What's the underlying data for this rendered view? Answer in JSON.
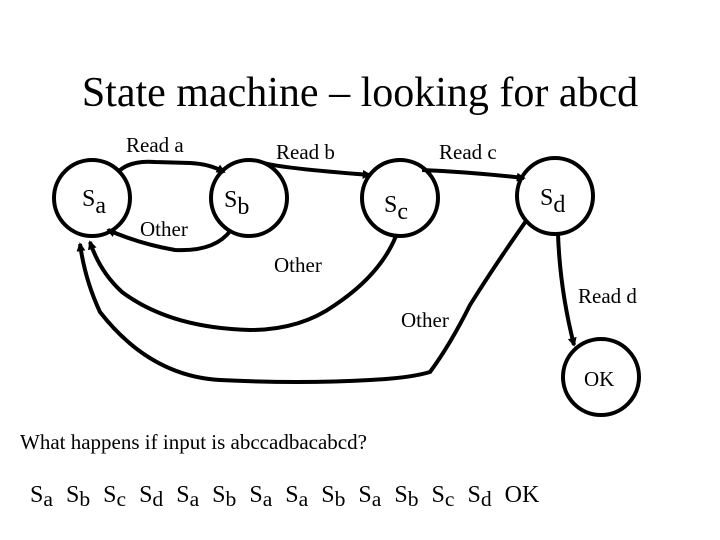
{
  "slide": {
    "title": "State machine – looking for abcd",
    "states": [
      {
        "id": "a",
        "symbol": "S",
        "subscript": "a"
      },
      {
        "id": "b",
        "symbol": "S",
        "subscript": "b"
      },
      {
        "id": "c",
        "symbol": "S",
        "subscript": "c"
      },
      {
        "id": "d",
        "symbol": "S",
        "subscript": "d"
      },
      {
        "id": "ok",
        "label": "OK"
      }
    ],
    "transitions": [
      {
        "from": "a",
        "to": "b",
        "label": "Read a"
      },
      {
        "from": "b",
        "to": "c",
        "label": "Read b"
      },
      {
        "from": "c",
        "to": "d",
        "label": "Read c"
      },
      {
        "from": "d",
        "to": "ok",
        "label": "Read d"
      },
      {
        "from": "b",
        "to": "a",
        "label": "Other"
      },
      {
        "from": "c",
        "to": "a",
        "label": "Other"
      },
      {
        "from": "d",
        "to": "a",
        "label": "Other"
      }
    ],
    "question": "What happens if input is abccadbacabcd?",
    "answer_tokens": [
      {
        "s": "S",
        "sub": "a"
      },
      {
        "s": "S",
        "sub": "b"
      },
      {
        "s": "S",
        "sub": "c"
      },
      {
        "s": "S",
        "sub": "d"
      },
      {
        "s": "S",
        "sub": "a"
      },
      {
        "s": "S",
        "sub": "b"
      },
      {
        "s": "S",
        "sub": "a"
      },
      {
        "s": "S",
        "sub": "a"
      },
      {
        "s": "S",
        "sub": "b"
      },
      {
        "s": "S",
        "sub": "a"
      },
      {
        "s": "S",
        "sub": "b"
      },
      {
        "s": "S",
        "sub": "c"
      },
      {
        "s": "S",
        "sub": "d"
      }
    ],
    "answer_end": "OK"
  }
}
